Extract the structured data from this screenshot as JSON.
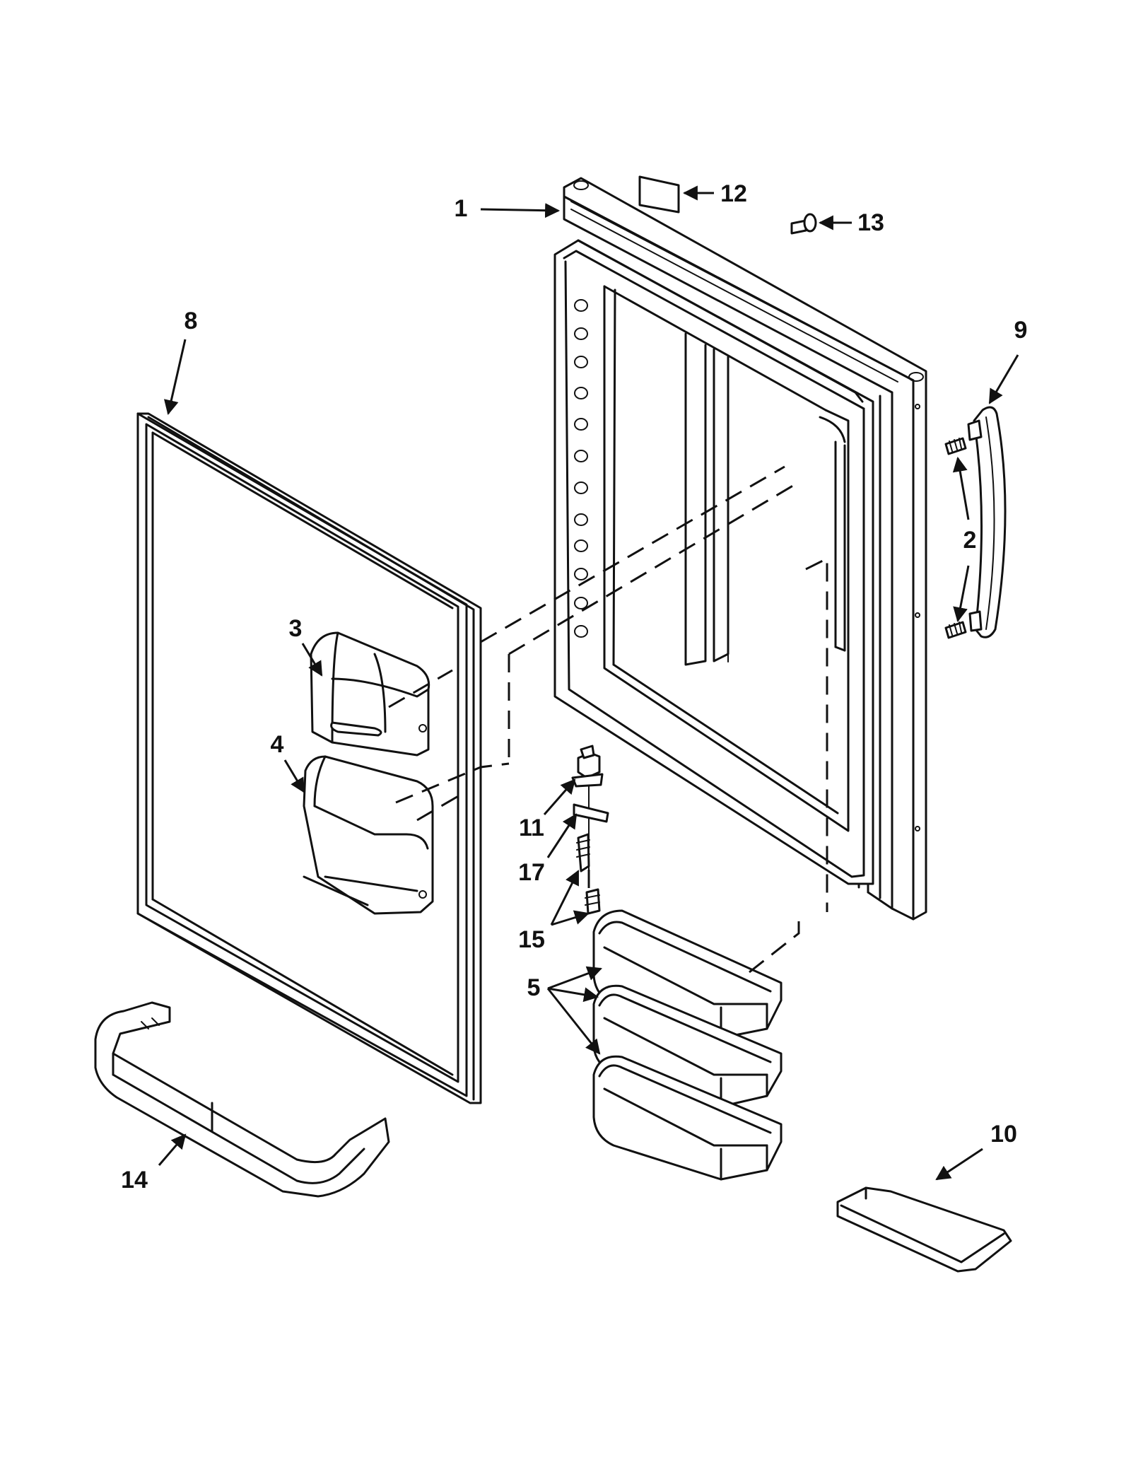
{
  "callouts": {
    "c1": "1",
    "c2": "2",
    "c3": "3",
    "c4": "4",
    "c5": "5",
    "c8": "8",
    "c9": "9",
    "c10": "10",
    "c11": "11",
    "c12": "12",
    "c13": "13",
    "c14": "14",
    "c15": "15",
    "c17": "17"
  }
}
